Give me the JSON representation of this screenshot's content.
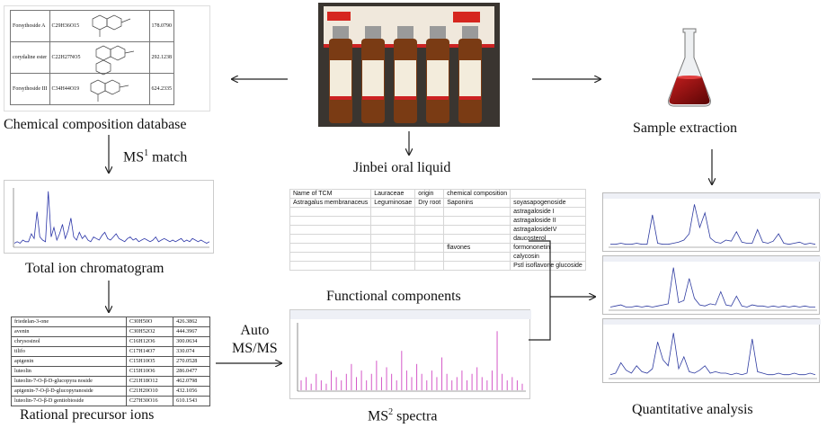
{
  "labels": {
    "chem_db": "Chemical composition database",
    "ms1_pre": "MS",
    "ms1_sup": "1",
    "ms1_post": " match",
    "tic": "Total ion chromatogram",
    "rational": "Rational precursor ions",
    "jinbei": "Jinbei oral liquid",
    "functional": "Functional components",
    "auto1": "Auto",
    "auto2": "MS/MS",
    "ms2_pre": "MS",
    "ms2_sup": "2",
    "ms2_post": " spectra",
    "sample": "Sample extraction",
    "quant": "Quantitative analysis"
  },
  "db_rows": [
    {
      "name": "Forsythoside A",
      "formula": "C29H36O15",
      "mz": "178.0790"
    },
    {
      "name": "corydaline ester",
      "formula": "C22H27NO5",
      "mz": "292.1238"
    },
    {
      "name": "Forsythoside III",
      "formula": "C34H44O19",
      "mz": "624.2335"
    }
  ],
  "functional_header": [
    "Name of TCM",
    "Lauraceae",
    "origin",
    "chemical composition",
    ""
  ],
  "functional_rows": [
    [
      "Astragalus membranaceus",
      "Leguminosae",
      "Dry root",
      "Saponins",
      "soyasapogenoside"
    ],
    [
      "",
      "",
      "",
      "",
      "astragaloside I"
    ],
    [
      "",
      "",
      "",
      "",
      "astragaloside II"
    ],
    [
      "",
      "",
      "",
      "",
      "astragalosideIV"
    ],
    [
      "",
      "",
      "",
      "",
      "daucosterol"
    ],
    [
      "",
      "",
      "",
      "flavones",
      "formononetin"
    ],
    [
      "",
      "",
      "",
      "",
      "calycosin"
    ],
    [
      "",
      "",
      "",
      "",
      "Pstl isoflavone glucoside"
    ]
  ],
  "precursor_rows": [
    [
      "friedelan-3-one",
      "C30H50O",
      "426.3862"
    ],
    [
      "avenin",
      "C30H52O2",
      "444.3967"
    ],
    [
      "chrysosinol",
      "C16H12O6",
      "300.0634"
    ],
    [
      "tilifo",
      "C17H14O7",
      "330.074"
    ],
    [
      "apigenin",
      "C15H10O5",
      "270.0528"
    ],
    [
      "luteolin",
      "C15H10O6",
      "286.0477"
    ],
    [
      "luteolin-7-O-β-D-glucopyra noside",
      "C21H18O12",
      "462.0798"
    ],
    [
      "apigenin-7-O-β-D-glucopyranoside",
      "C21H20O10",
      "432.1056"
    ],
    [
      "luteolin-7-O-β-D gentiobioside",
      "C27H30O16",
      "610.1543"
    ]
  ],
  "chart_data": [
    {
      "type": "line",
      "name": "tic",
      "values": [
        2,
        3,
        2,
        4,
        3,
        3,
        8,
        5,
        22,
        6,
        4,
        3,
        35,
        6,
        12,
        4,
        8,
        14,
        5,
        10,
        18,
        6,
        4,
        9,
        5,
        7,
        4,
        3,
        6,
        5,
        4,
        7,
        9,
        5,
        4,
        6,
        8,
        5,
        4,
        3,
        5,
        6,
        4,
        5,
        3,
        4,
        5,
        4,
        3,
        4,
        6,
        3,
        4,
        5,
        4,
        3,
        4,
        3,
        4,
        5,
        3,
        4,
        3,
        5,
        4,
        3,
        4,
        3,
        2,
        3
      ]
    },
    {
      "type": "bar",
      "name": "ms2",
      "values": [
        3,
        4,
        2,
        5,
        3,
        2,
        6,
        4,
        3,
        5,
        8,
        4,
        6,
        3,
        5,
        9,
        4,
        7,
        5,
        3,
        12,
        6,
        4,
        8,
        5,
        3,
        6,
        4,
        10,
        5,
        3,
        4,
        6,
        3,
        5,
        7,
        4,
        3,
        6,
        18,
        5,
        3,
        4,
        3,
        2
      ]
    },
    {
      "type": "line",
      "name": "quant1",
      "values": [
        2,
        2,
        3,
        2,
        2,
        3,
        2,
        2,
        30,
        3,
        2,
        2,
        3,
        4,
        6,
        12,
        40,
        18,
        32,
        8,
        4,
        3,
        6,
        5,
        14,
        4,
        3,
        3,
        16,
        4,
        3,
        5,
        12,
        3,
        2,
        3,
        4,
        2,
        3,
        2
      ]
    },
    {
      "type": "line",
      "name": "quant2",
      "values": [
        2,
        3,
        4,
        2,
        2,
        3,
        2,
        3,
        2,
        3,
        4,
        5,
        38,
        6,
        8,
        28,
        10,
        4,
        3,
        5,
        4,
        16,
        4,
        3,
        12,
        3,
        2,
        4,
        3,
        3,
        2,
        3,
        2,
        3,
        2,
        3,
        2,
        3,
        2,
        2
      ]
    },
    {
      "type": "line",
      "name": "quant3",
      "values": [
        2,
        3,
        10,
        5,
        3,
        8,
        4,
        3,
        6,
        24,
        12,
        8,
        30,
        6,
        14,
        4,
        3,
        5,
        8,
        3,
        4,
        3,
        3,
        2,
        3,
        2,
        3,
        26,
        4,
        3,
        2,
        2,
        3,
        2,
        2,
        3,
        2,
        2,
        3,
        2
      ]
    }
  ]
}
